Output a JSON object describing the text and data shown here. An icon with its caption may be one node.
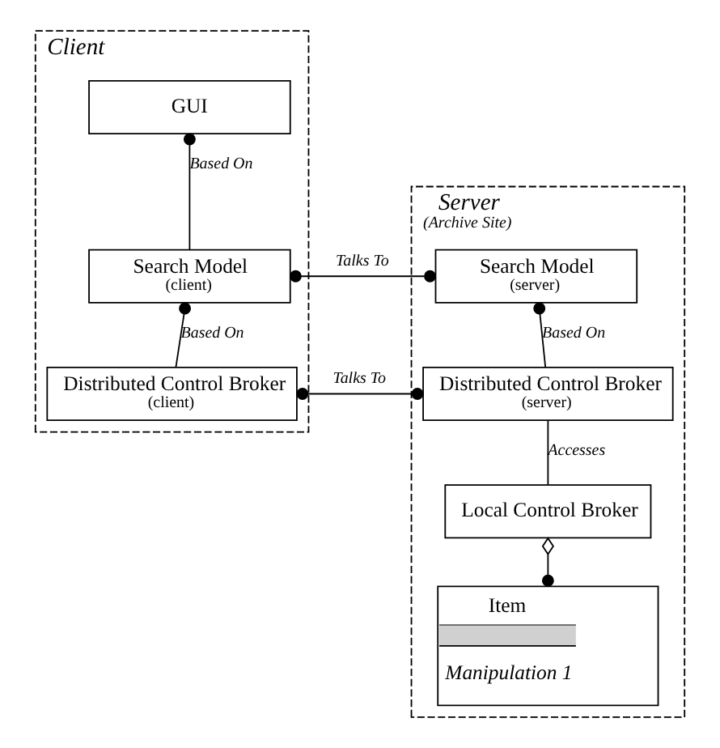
{
  "diagram": {
    "nodes": [
      {
        "text": [
          "Client"
        ]
      },
      {
        "text": [
          "GUI"
        ],
        "in": 0
      },
      {
        "text": [
          "Search Model",
          "(client)"
        ],
        "in": 0
      },
      {
        "text": [
          "Distributed Control Broker",
          "(client)"
        ],
        "in": 0
      },
      {
        "text": [
          "Server",
          "(Archive Site)"
        ]
      },
      {
        "text": [
          "Search Model",
          "(server)"
        ],
        "in": 4
      },
      {
        "text": [
          "Distributed Control Broker",
          "(server)"
        ],
        "in": 4
      },
      {
        "text": [
          "Local Control Broker"
        ],
        "in": 4
      },
      {
        "text": [
          "Item",
          "Manipulation 1"
        ],
        "in": 4
      }
    ],
    "edges": [
      {
        "from": 1,
        "to": 2,
        "arrow": "other",
        "label": "Based On"
      },
      {
        "from": 2,
        "to": 5,
        "arrow": "other",
        "label": "Talks To"
      },
      {
        "from": 2,
        "to": 3,
        "arrow": "other",
        "label": "Based On"
      },
      {
        "from": 3,
        "to": 6,
        "arrow": "other",
        "label": "Talks To"
      },
      {
        "from": 5,
        "to": 6,
        "arrow": "other",
        "label": "Based On"
      },
      {
        "from": 6,
        "to": 7,
        "arrow": "none",
        "label": "Accesses"
      },
      {
        "from": 7,
        "to": 8,
        "arrow": "other"
      }
    ]
  }
}
